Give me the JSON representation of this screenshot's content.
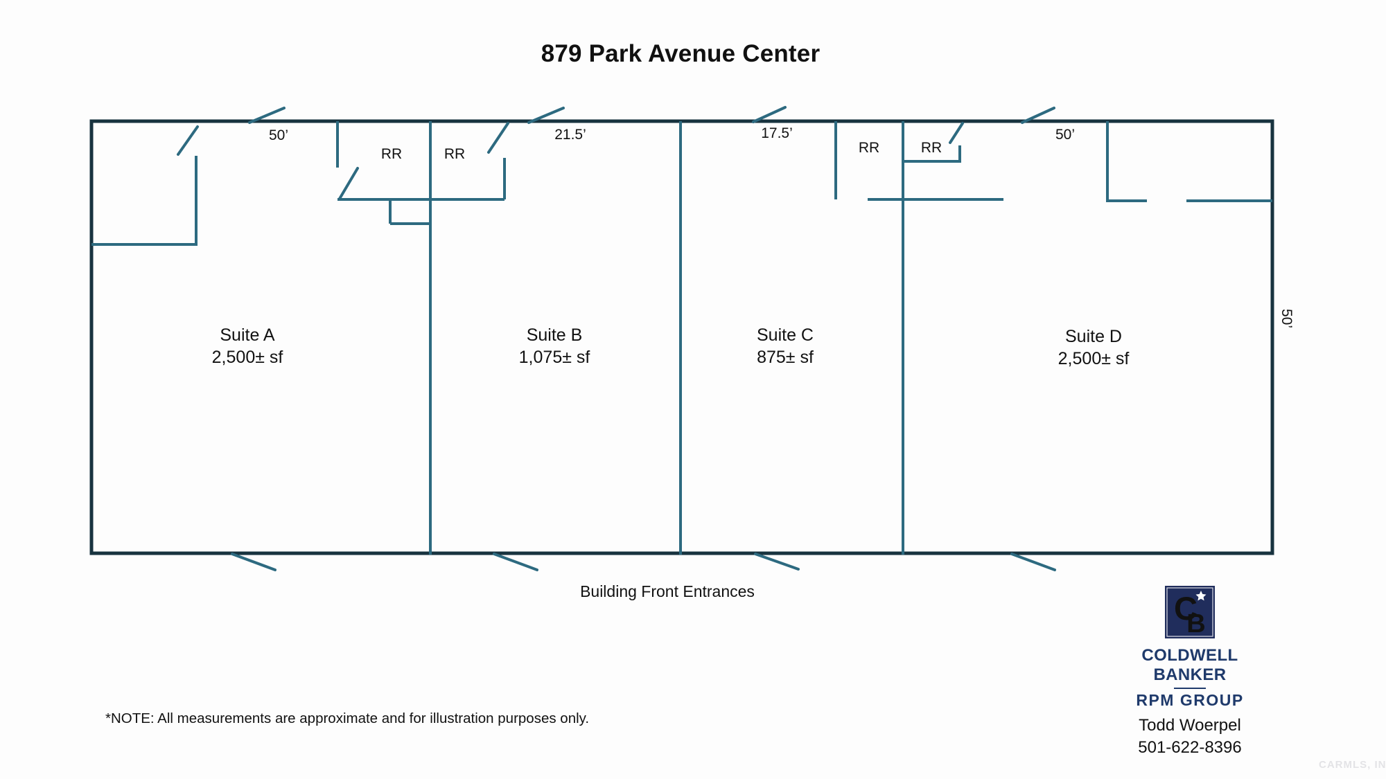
{
  "title": "879 Park Avenue Center",
  "plan": {
    "rr_label": "RR",
    "dim_a": "50’",
    "dim_b": "21.5’",
    "dim_c": "17.5’",
    "dim_d": "50’",
    "dim_depth": "50’",
    "suites": [
      {
        "name": "Suite A",
        "area": "2,500± sf"
      },
      {
        "name": "Suite B",
        "area": "1,075± sf"
      },
      {
        "name": "Suite C",
        "area": "875± sf"
      },
      {
        "name": "Suite D",
        "area": "2,500± sf"
      }
    ],
    "entrances_label": "Building Front Entrances"
  },
  "note": "*NOTE: All measurements are approximate and for illustration purposes only.",
  "branding": {
    "logo_monogram_c": "C",
    "logo_monogram_b": "B",
    "company": "COLDWELL BANKER",
    "group": "RPM GROUP",
    "agent": "Todd Woerpel",
    "phone": "501-622-8396"
  },
  "watermark": "CARMLS, INC",
  "colors": {
    "outer_wall": "#18333f",
    "interior_wall": "#2d6a80",
    "text": "#111111",
    "brand_navy": "#1f3a6b",
    "logo_square": "#202d5c",
    "watermark_gray": "#e3e3e6",
    "page_bg": "#fdfdfd"
  }
}
